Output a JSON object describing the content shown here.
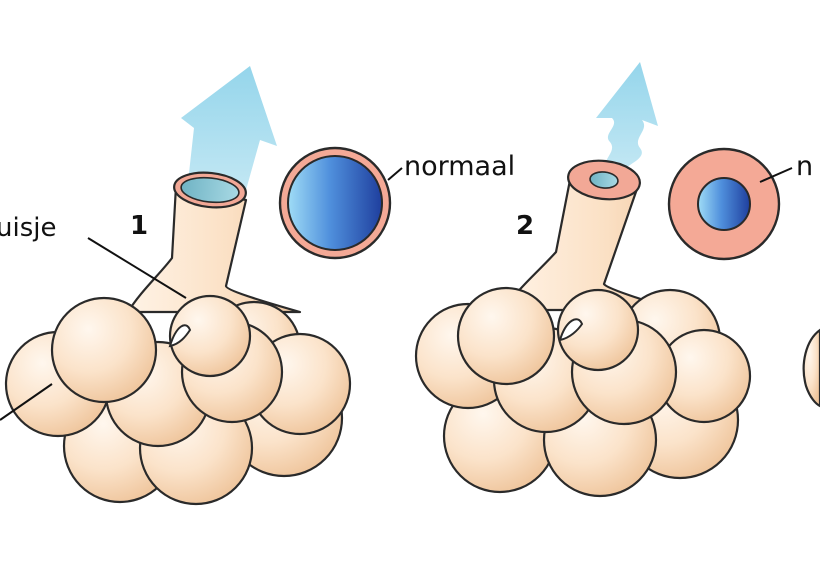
{
  "labels": {
    "partial_left": "uisje",
    "panel1_number": "1",
    "panel1_caption": "normaal",
    "panel2_number": "2",
    "partial_right": "n"
  },
  "colors": {
    "alveolus": "#f9dcc0",
    "outline": "#2a2a2a",
    "airflow": "#8fd3ea",
    "wall": "#f2a896",
    "lumen": "#2a57b8",
    "lumen_light": "#8fd0f2"
  }
}
